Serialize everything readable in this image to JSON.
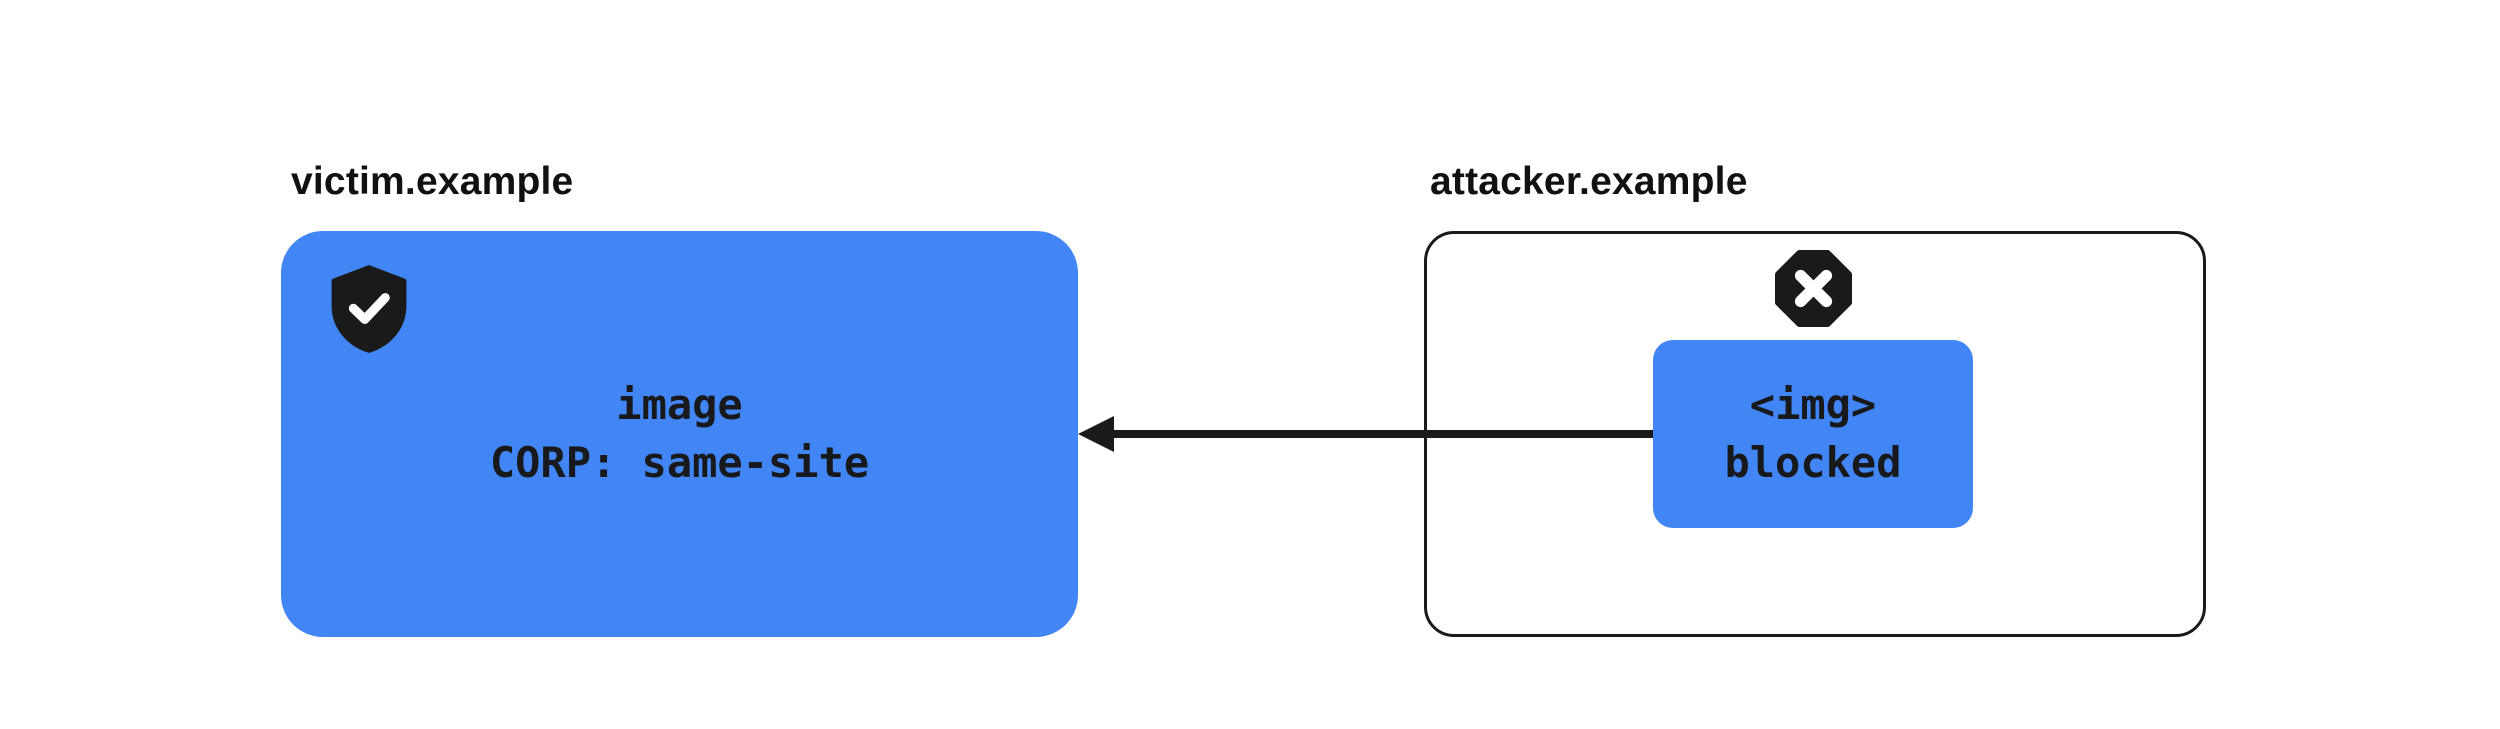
{
  "victim": {
    "label": "victim.example",
    "line1": "image",
    "line2": "CORP: same-site"
  },
  "attacker": {
    "label": "attacker.example",
    "line1": "<img>",
    "line2": "blocked"
  },
  "icons": {
    "victim": "shield-check-icon",
    "attacker": "blocked-cross-octagon-icon"
  },
  "arrow": {
    "direction": "right-to-left",
    "from": "attacker-img-element",
    "to": "victim-image-resource"
  },
  "colors": {
    "box_blue": "#4285F4",
    "icon_black": "#1a1a1a",
    "arrow_black": "#1a1a1a",
    "text_black": "#17191c",
    "background": "#ffffff"
  }
}
